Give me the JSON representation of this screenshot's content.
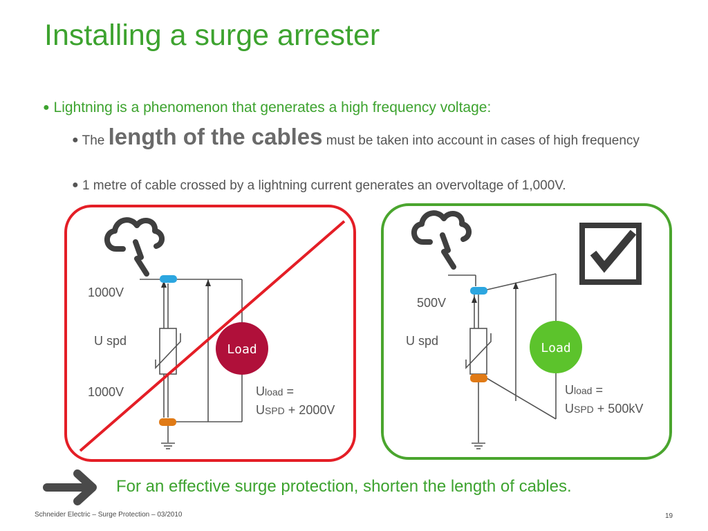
{
  "slide": {
    "title": "Installing a surge arrester",
    "bullet_main": "Lightning is a phenomenon that generates a high frequency voltage:",
    "sub_bullet_1": {
      "prefix": "The",
      "emphasis": "length of the cables",
      "suffix": "must be taken into account in cases of high frequency"
    },
    "sub_bullet_2": "1 metre of cable crossed by a lightning current generates an overvoltage of 1,000V.",
    "conclusion": "For an effective surge protection, shorten the length of cables.",
    "footer": "Schneider Electric – Surge Protection – 03/2010",
    "page_number": "19"
  },
  "left_diagram": {
    "top_voltage": "1000V",
    "mid_label": "U spd",
    "bottom_voltage": "1000V",
    "load_label": "Load",
    "formula_line1_main": "U",
    "formula_line1_sub": "load",
    "formula_line1_rest": " =",
    "formula_line2_main": "U",
    "formula_line2_sub": "SPD",
    "formula_line2_rest": " + 2000V",
    "frame_color": "#E41E26",
    "load_color": "#B0103A"
  },
  "right_diagram": {
    "top_voltage": "500V",
    "mid_label": "U spd",
    "load_label": "Load",
    "formula_line1_main": "U",
    "formula_line1_sub": "load",
    "formula_line1_rest": " =",
    "formula_line2_main": "U",
    "formula_line2_sub": "SPD",
    "formula_line2_rest": " + 500kV",
    "frame_color": "#4AA52E",
    "load_color": "#5CC32C"
  },
  "icons": [
    "lightning-cloud-icon",
    "checkbox-checked-icon",
    "arrow-right-icon",
    "ground-icon"
  ]
}
